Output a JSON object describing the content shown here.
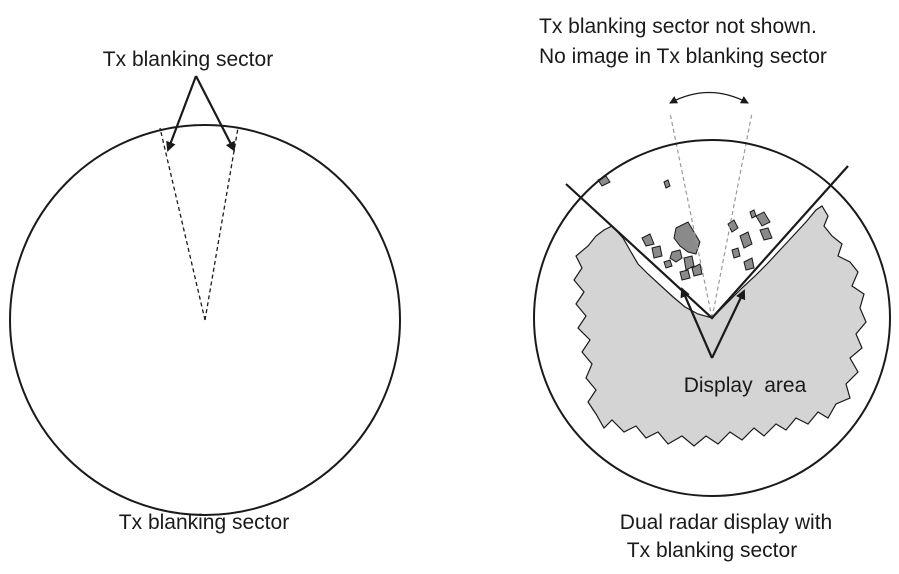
{
  "left_panel": {
    "top_label": "Tx blanking sector",
    "caption": "Tx blanking sector"
  },
  "right_panel": {
    "top_note_line1": "Tx blanking sector not shown.",
    "top_note_line2": "No image in Tx blanking sector",
    "display_area_label": "Display  area",
    "caption_line1": "Dual radar display with",
    "caption_line2": "Tx blanking sector"
  },
  "colors": {
    "line": "#1a1a1a",
    "land_fill": "#d4d4d4",
    "echo_fill": "#8a8a8a",
    "dashed": "#9a9a9a"
  }
}
